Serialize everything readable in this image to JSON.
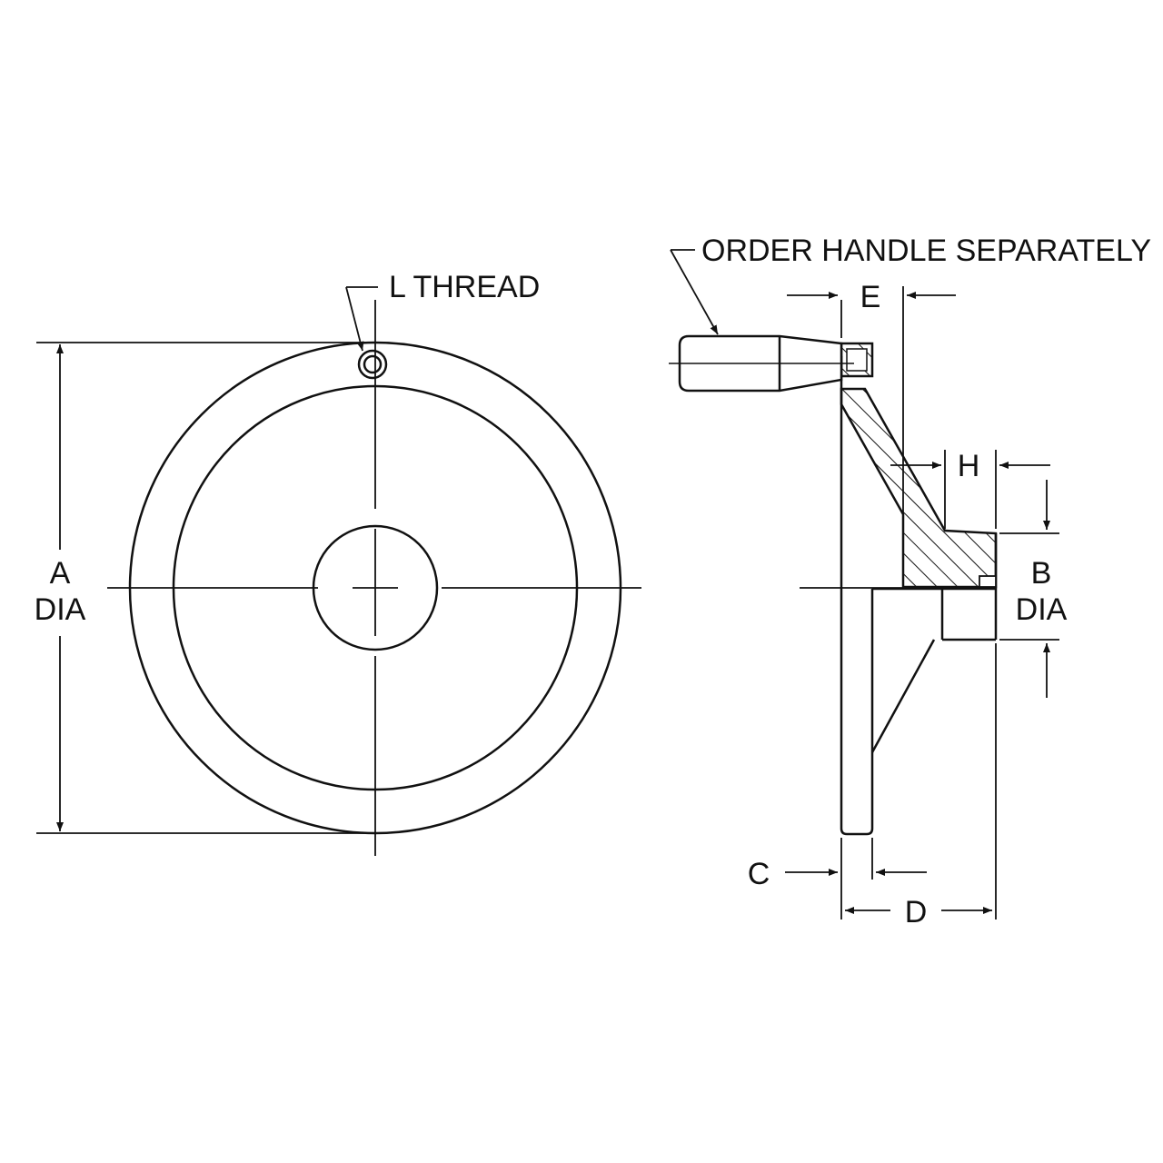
{
  "colors": {
    "line": "#111111",
    "background": "#ffffff"
  },
  "labels": {
    "l_thread": "L THREAD",
    "order_handle": "ORDER HANDLE SEPARATELY",
    "a_letter": "A",
    "a_dia": "DIA",
    "b_letter": "B",
    "b_dia": "DIA",
    "c": "C",
    "d": "D",
    "e": "E",
    "h": "H"
  }
}
